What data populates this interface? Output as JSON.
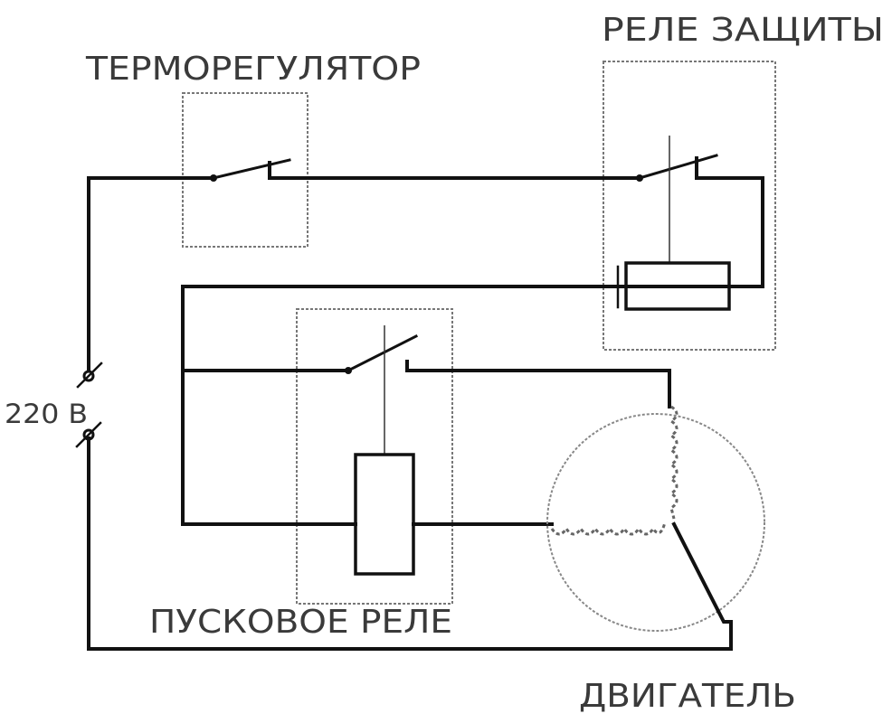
{
  "labels": {
    "thermostat": "ТЕРМОРЕГУЛЯТОР",
    "protection_relay": "РЕЛЕ  ЗАЩИТЫ",
    "voltage": "220 В",
    "start_relay": "ПУСКОВОЕ РЕЛЕ",
    "motor": "ДВИГАТЕЛЬ"
  }
}
